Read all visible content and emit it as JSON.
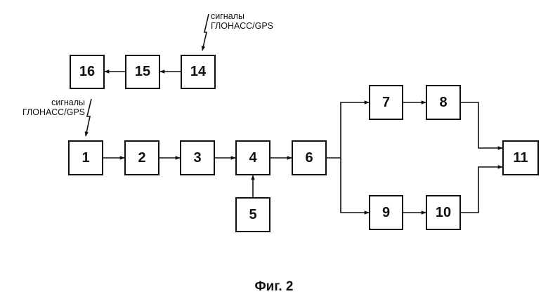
{
  "blocks": {
    "b1": "1",
    "b2": "2",
    "b3": "3",
    "b4": "4",
    "b5": "5",
    "b6": "6",
    "b7": "7",
    "b8": "8",
    "b9": "9",
    "b10": "10",
    "b11": "11",
    "b14": "14",
    "b15": "15",
    "b16": "16"
  },
  "signal_top": {
    "line1": "сигналы",
    "line2": "ГЛОНАСС/GPS"
  },
  "signal_left": {
    "line1": "сигналы",
    "line2": "ГЛОНАСС/GPS"
  },
  "caption": "Фиг. 2"
}
